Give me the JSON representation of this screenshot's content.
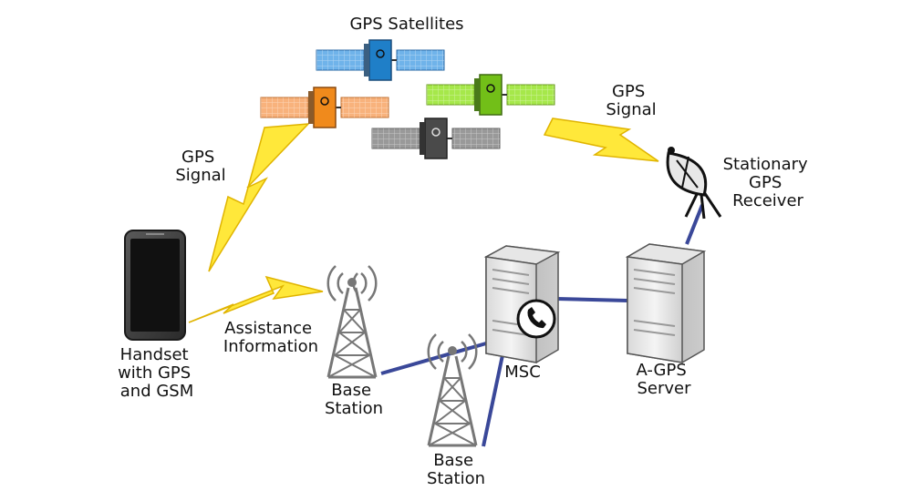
{
  "labels": {
    "gps_satellites": "GPS Satellites",
    "gps_signal_left": [
      "GPS",
      "Signal"
    ],
    "gps_signal_right": [
      "GPS",
      "Signal"
    ],
    "stationary_receiver": [
      "Stationary",
      "GPS",
      "Receiver"
    ],
    "handset": [
      "Handset",
      "with GPS",
      "and GSM"
    ],
    "assistance": [
      "Assistance",
      "Information"
    ],
    "base_station_1": [
      "Base",
      "Station"
    ],
    "base_station_2": [
      "Base",
      "Station"
    ],
    "msc": "MSC",
    "agps_server": [
      "A-GPS",
      "Server"
    ]
  },
  "colors": {
    "link_line": "#3a4899",
    "lightning_fill": "#ffe83a",
    "lightning_stroke": "#e0b400",
    "satellite_blue": "#1f7fc8",
    "satellite_orange": "#f08a1c",
    "satellite_green": "#72bf18",
    "satellite_gray": "#4a4a4a",
    "solar_blue": "#6fb3ea",
    "solar_orange": "#f8b27c",
    "solar_green": "#a6e84a",
    "solar_gray": "#999999"
  },
  "icons": {
    "satellites": [
      "satellite-icon",
      "satellite-icon",
      "satellite-icon",
      "satellite-icon"
    ],
    "phone": "smartphone-icon",
    "dish": "satellite-dish-icon",
    "tower": "radio-tower-icon",
    "server": "server-icon",
    "phone_badge": "phone-handset-icon"
  }
}
